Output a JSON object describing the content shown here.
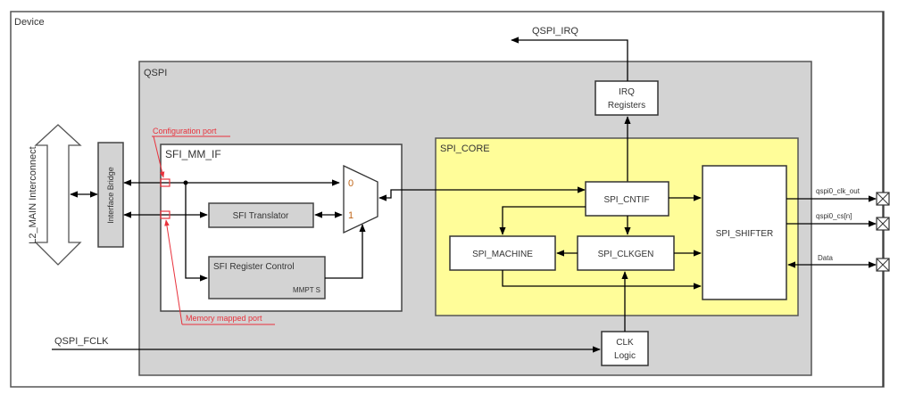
{
  "diagram": {
    "title": "QSPI Block Diagram",
    "colors": {
      "device_bg": "#ffffff",
      "qspi_bg": "#d3d3d3",
      "spi_core_bg": "#fffd99",
      "gray_block": "#d3d3d3",
      "white_block": "#ffffff",
      "annotation": "#e8323c",
      "line": "#000000"
    },
    "containers": {
      "device": "Device",
      "qspi": "QSPI",
      "sfi_mm_if": "SFI_MM_IF",
      "spi_core": "SPI_CORE"
    },
    "blocks": {
      "l2_interconnect": "L2_MAIN Interconnect",
      "interface_bridge": "Interface Bridge",
      "sfi_translator": "SFI Translator",
      "sfi_register_control": "SFI Register Control",
      "mmpt_s": "MMPT S",
      "mux_input_0": "0",
      "mux_input_1": "1",
      "irq_registers_line1": "IRQ",
      "irq_registers_line2": "Registers",
      "spi_cntif": "SPI_CNTIF",
      "spi_machine": "SPI_MACHINE",
      "spi_clkgen": "SPI_CLKGEN",
      "spi_shifter": "SPI_SHIFTER",
      "clk_logic_line1": "CLK",
      "clk_logic_line2": "Logic"
    },
    "signals": {
      "qspi_irq": "QSPI_IRQ",
      "qspi_fclk": "QSPI_FCLK",
      "clk_out": "qspi0_clk_out",
      "cs": "qspi0_cs[n]",
      "data": "Data"
    },
    "annotations": {
      "configuration_port": "Configuration port",
      "memory_mapped_port": "Memory mapped port"
    }
  }
}
